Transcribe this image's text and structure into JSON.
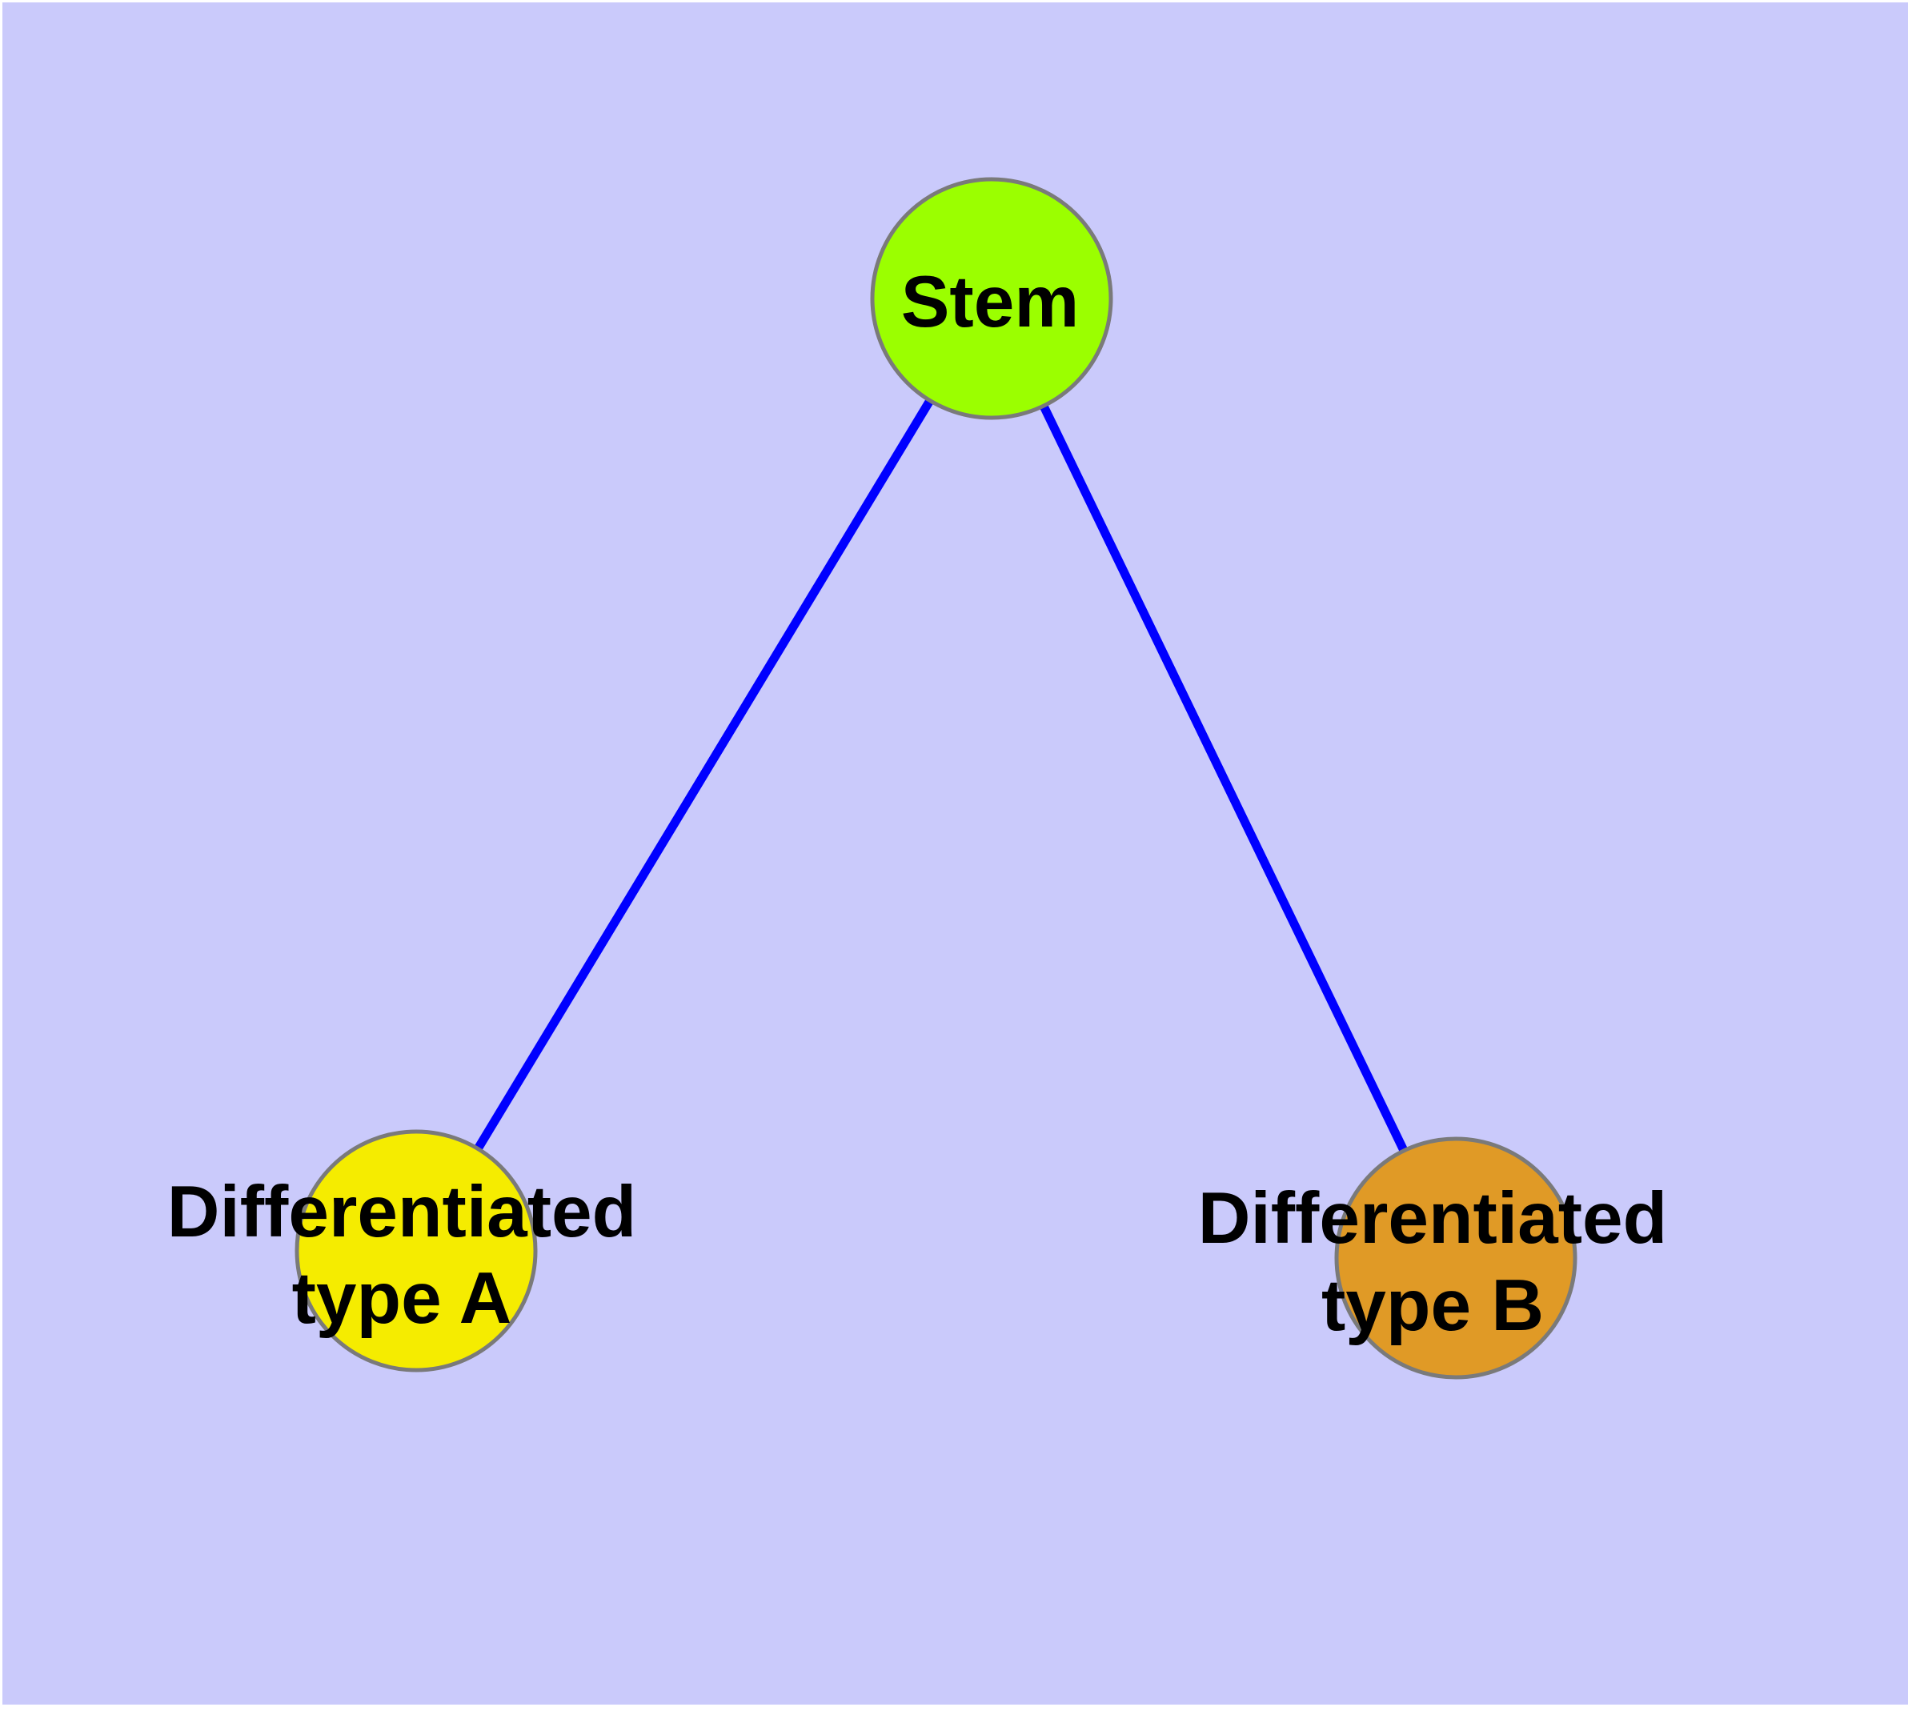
{
  "diagram": {
    "type": "node-link-graph",
    "colors": {
      "frame": "#FFFFFF",
      "background": "#CACAFB",
      "edge": "#0000FF",
      "node_border": "#7A7A7A",
      "label_text": "#000000"
    },
    "nodes": {
      "stem": {
        "label": "Stem",
        "fill": "#9BFF00"
      },
      "type_a": {
        "label_line1": "Differentiated",
        "label_line2": "type A",
        "fill": "#F5EC00"
      },
      "type_b": {
        "label_line1": "Differentiated",
        "label_line2": "type B",
        "fill": "#E09A26"
      }
    },
    "edges": [
      {
        "from": "Stem",
        "to": "Differentiated type A"
      },
      {
        "from": "Stem",
        "to": "Differentiated type B"
      }
    ]
  }
}
